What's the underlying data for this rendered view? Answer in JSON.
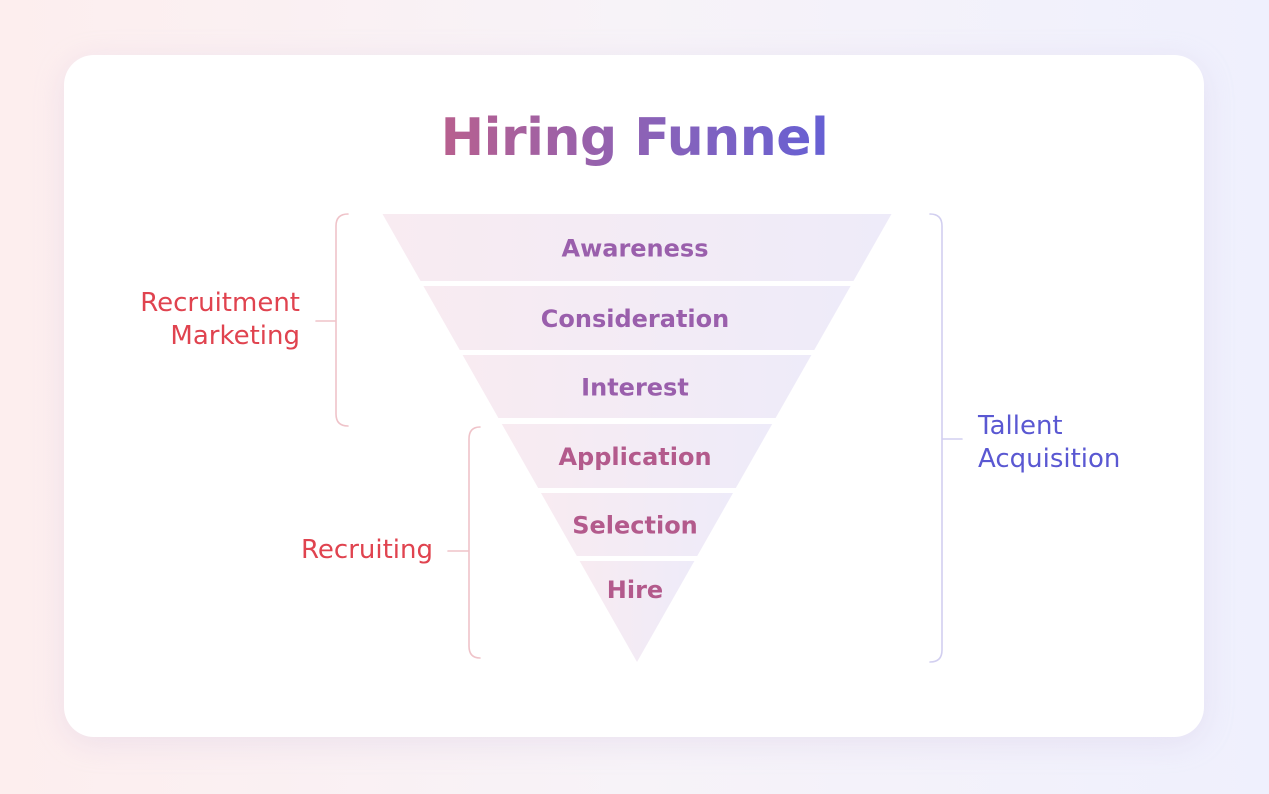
{
  "title": "Hiring Funnel",
  "stages": [
    "Awareness",
    "Consideration",
    "Interest",
    "Application",
    "Selection",
    "Hire"
  ],
  "groups": {
    "recruitment_marketing": {
      "line1": "Recruitment",
      "line2": "Marketing"
    },
    "recruiting": {
      "label": "Recruiting"
    },
    "talent_acquisition": {
      "line1": "Tallent",
      "line2": "Acquisition"
    }
  },
  "colors": {
    "left_labels": "#e0434f",
    "right_labels": "#5a58d2",
    "stage_text_top": "#9a5fac",
    "stage_text_bottom": "#b35a8c"
  }
}
